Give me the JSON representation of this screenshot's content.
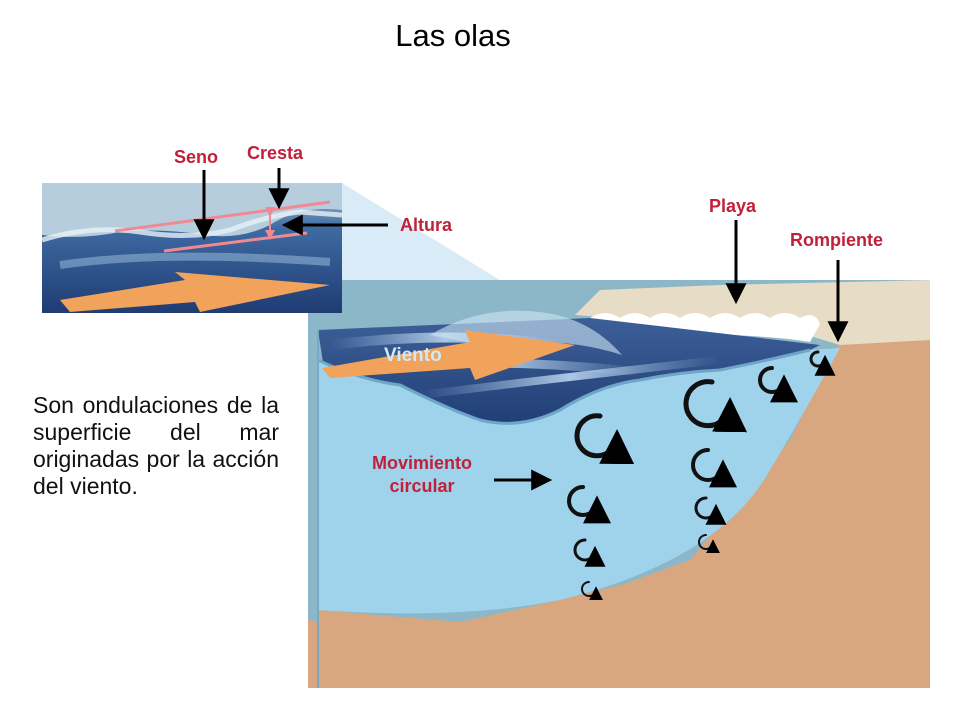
{
  "title": "Las olas",
  "labels": {
    "seno": "Seno",
    "cresta": "Cresta",
    "altura": "Altura",
    "playa": "Playa",
    "rompiente": "Rompiente",
    "viento": "Viento",
    "movimiento_line1": "Movimiento",
    "movimiento_line2": "circular"
  },
  "description": "Son ondulaciones de la superficie del mar originadas por la acción del viento.",
  "colors": {
    "label_red": "#c0203a",
    "wind_label": "#cfe9f8",
    "sea_side": "#9fd3ec",
    "sea_top": "#24457e",
    "sand": "#d8a77f",
    "beach_top": "#e7dcc6",
    "wind_arrow": "#f1a25b",
    "measure_lines": "#f08a92"
  }
}
